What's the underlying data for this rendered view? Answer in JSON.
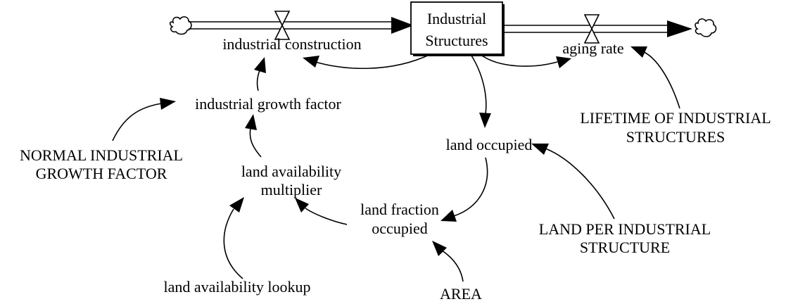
{
  "stock": {
    "line1": "Industrial",
    "line2": "Structures"
  },
  "flows": {
    "inflow": "industrial construction",
    "outflow": "aging rate"
  },
  "variables": {
    "industrial_growth_factor": "industrial growth factor",
    "normal_growth_line1": "NORMAL INDUSTRIAL",
    "normal_growth_line2": "GROWTH FACTOR",
    "land_avail_mult_line1": "land availability",
    "land_avail_mult_line2": "multiplier",
    "land_avail_lookup": "land availability lookup",
    "land_occupied": "land occupied",
    "land_fraction_line1": "land fraction",
    "land_fraction_line2": "occupied",
    "area": "AREA",
    "lifetime_line1": "LIFETIME OF INDUSTRIAL",
    "lifetime_line2": "STRUCTURES",
    "land_per_line1": "LAND PER INDUSTRIAL",
    "land_per_line2": "STRUCTURE"
  }
}
